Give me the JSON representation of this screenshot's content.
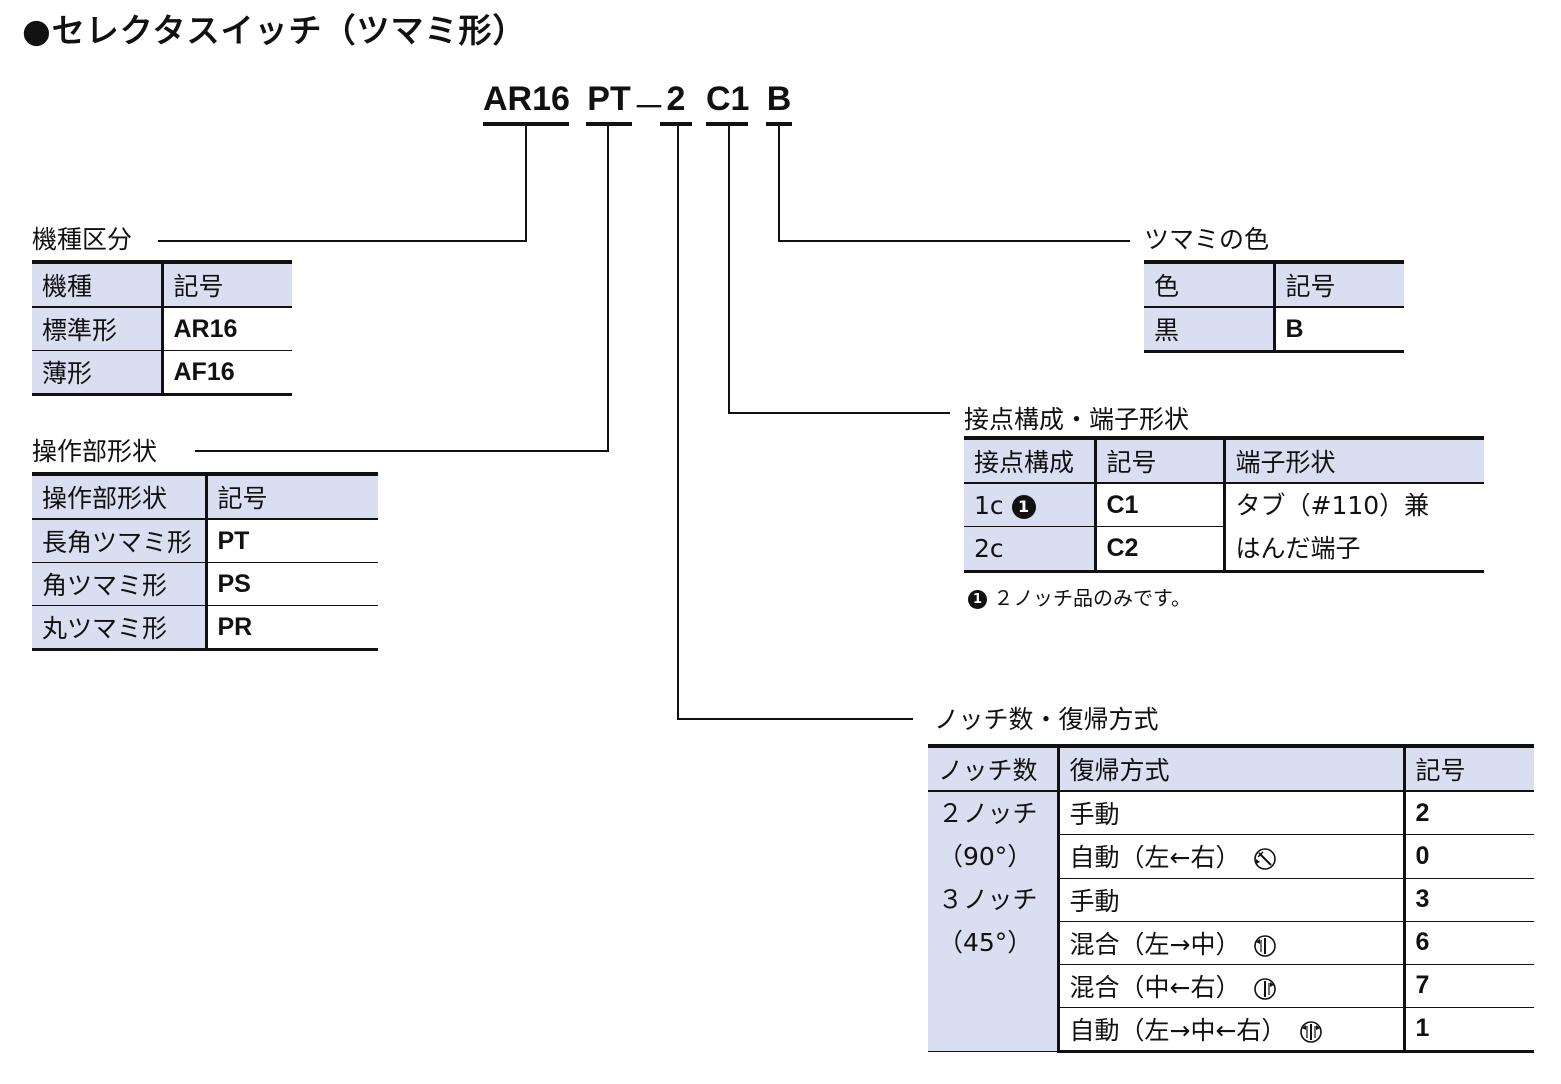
{
  "title": "●セレクタスイッチ（ツマミ形）",
  "code": {
    "model": "AR16",
    "operator": "PT",
    "dash": "－",
    "notch": "2",
    "contact": "C1",
    "color": "B"
  },
  "model_section": {
    "label": "機種区分",
    "headers": [
      "機種",
      "記号"
    ],
    "rows": [
      {
        "name": "標準形",
        "code": "AR16"
      },
      {
        "name": "薄形",
        "code": "AF16"
      }
    ]
  },
  "operator_section": {
    "label": "操作部形状",
    "headers": [
      "操作部形状",
      "記号"
    ],
    "rows": [
      {
        "name": "長角ツマミ形",
        "code": "PT"
      },
      {
        "name": "角ツマミ形",
        "code": "PS"
      },
      {
        "name": "丸ツマミ形",
        "code": "PR"
      }
    ]
  },
  "color_section": {
    "label": "ツマミの色",
    "headers": [
      "色",
      "記号"
    ],
    "rows": [
      {
        "name": "黒",
        "code": "B"
      }
    ]
  },
  "contact_section": {
    "label": "接点構成・端子形状",
    "headers": [
      "接点構成",
      "記号",
      "端子形状"
    ],
    "rows": [
      {
        "config": "1c",
        "marker": "1",
        "code": "C1"
      },
      {
        "config": "2c",
        "code": "C2"
      }
    ],
    "terminal_line1": "タブ（#110）兼",
    "terminal_line2": "はんだ端子",
    "note_marker": "1",
    "note": "２ノッチ品のみです。"
  },
  "notch_section": {
    "label": "ノッチ数・復帰方式",
    "headers": [
      "ノッチ数",
      "復帰方式",
      "記号"
    ],
    "groups": [
      {
        "notch": "２ノッチ",
        "angle": "（90°）"
      },
      {
        "notch": "３ノッチ",
        "angle": "（45°）"
      }
    ],
    "rows": [
      {
        "method": "手動",
        "code": "2",
        "icon": "none"
      },
      {
        "method": "自動（左←右）",
        "code": "0",
        "icon": "dial-return-left-icon"
      },
      {
        "method": "手動",
        "code": "3",
        "icon": "none"
      },
      {
        "method": "混合（左→中）",
        "code": "6",
        "icon": "dial-return-center-from-left-icon"
      },
      {
        "method": "混合（中←右）",
        "code": "7",
        "icon": "dial-return-center-from-right-icon"
      },
      {
        "method": "自動（左→中←右）",
        "code": "1",
        "icon": "dial-return-center-both-icon"
      }
    ]
  }
}
